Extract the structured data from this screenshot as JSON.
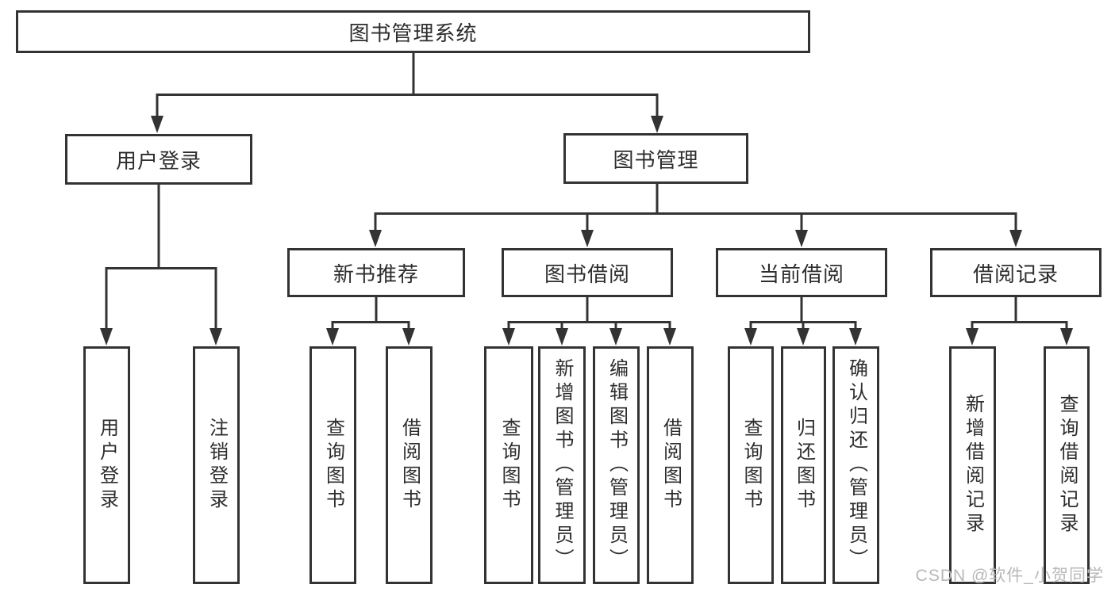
{
  "tree": {
    "root": {
      "label": "图书管理系统",
      "children": [
        {
          "label": "用户登录",
          "children": [
            {
              "label": "用户登录"
            },
            {
              "label": "注销登录"
            }
          ]
        },
        {
          "label": "图书管理",
          "children": [
            {
              "label": "新书推荐",
              "children": [
                {
                  "label": "查询图书"
                },
                {
                  "label": "借阅图书"
                }
              ]
            },
            {
              "label": "图书借阅",
              "children": [
                {
                  "label": "查询图书"
                },
                {
                  "label": "新增图书（管理员）"
                },
                {
                  "label": "编辑图书（管理员）"
                },
                {
                  "label": "借阅图书"
                }
              ]
            },
            {
              "label": "当前借阅",
              "children": [
                {
                  "label": "查询图书"
                },
                {
                  "label": "归还图书"
                },
                {
                  "label": "确认归还（管理员）"
                }
              ]
            },
            {
              "label": "借阅记录",
              "children": [
                {
                  "label": "新增借阅记录"
                },
                {
                  "label": "查询借阅记录"
                }
              ]
            }
          ]
        }
      ]
    }
  },
  "watermark": "CSDN @软件_小贺同学",
  "colors": {
    "line": "#333333",
    "box_border": "#333333",
    "text": "#2d2d2d",
    "watermark": "#b8b8b8",
    "background": "#ffffff"
  }
}
